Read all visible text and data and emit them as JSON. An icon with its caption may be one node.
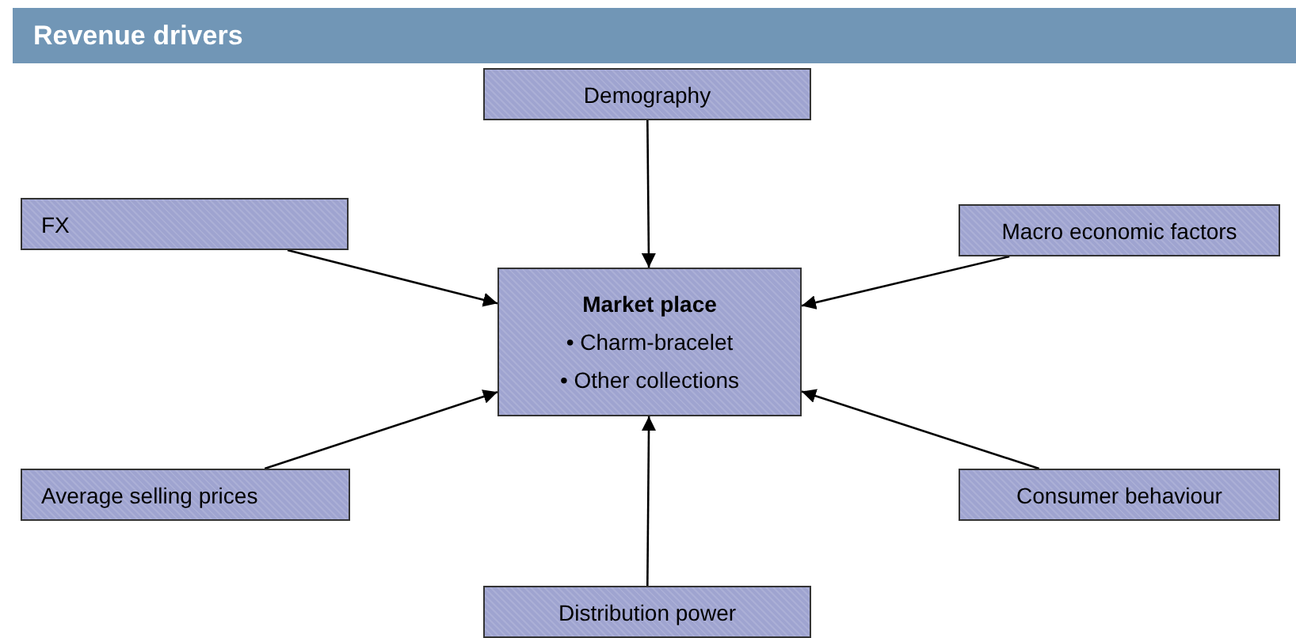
{
  "diagram": {
    "title": "Revenue drivers",
    "nodes": [
      {
        "text": [
          "Demography"
        ]
      },
      {
        "text": [
          "FX"
        ]
      },
      {
        "text": [
          "Macro economic factors"
        ]
      },
      {
        "text": [
          "Market place",
          "• Charm-bracelet",
          "• Other collections"
        ]
      },
      {
        "text": [
          "Average selling prices"
        ]
      },
      {
        "text": [
          "Consumer behaviour"
        ]
      },
      {
        "text": [
          "Distribution power"
        ]
      }
    ],
    "edges": [
      {
        "from": 0,
        "to": 3,
        "arrow": "to"
      },
      {
        "from": 1,
        "to": 3,
        "arrow": "to"
      },
      {
        "from": 2,
        "to": 3,
        "arrow": "to"
      },
      {
        "from": 4,
        "to": 3,
        "arrow": "to"
      },
      {
        "from": 5,
        "to": 3,
        "arrow": "to"
      },
      {
        "from": 6,
        "to": 3,
        "arrow": "to"
      }
    ]
  }
}
